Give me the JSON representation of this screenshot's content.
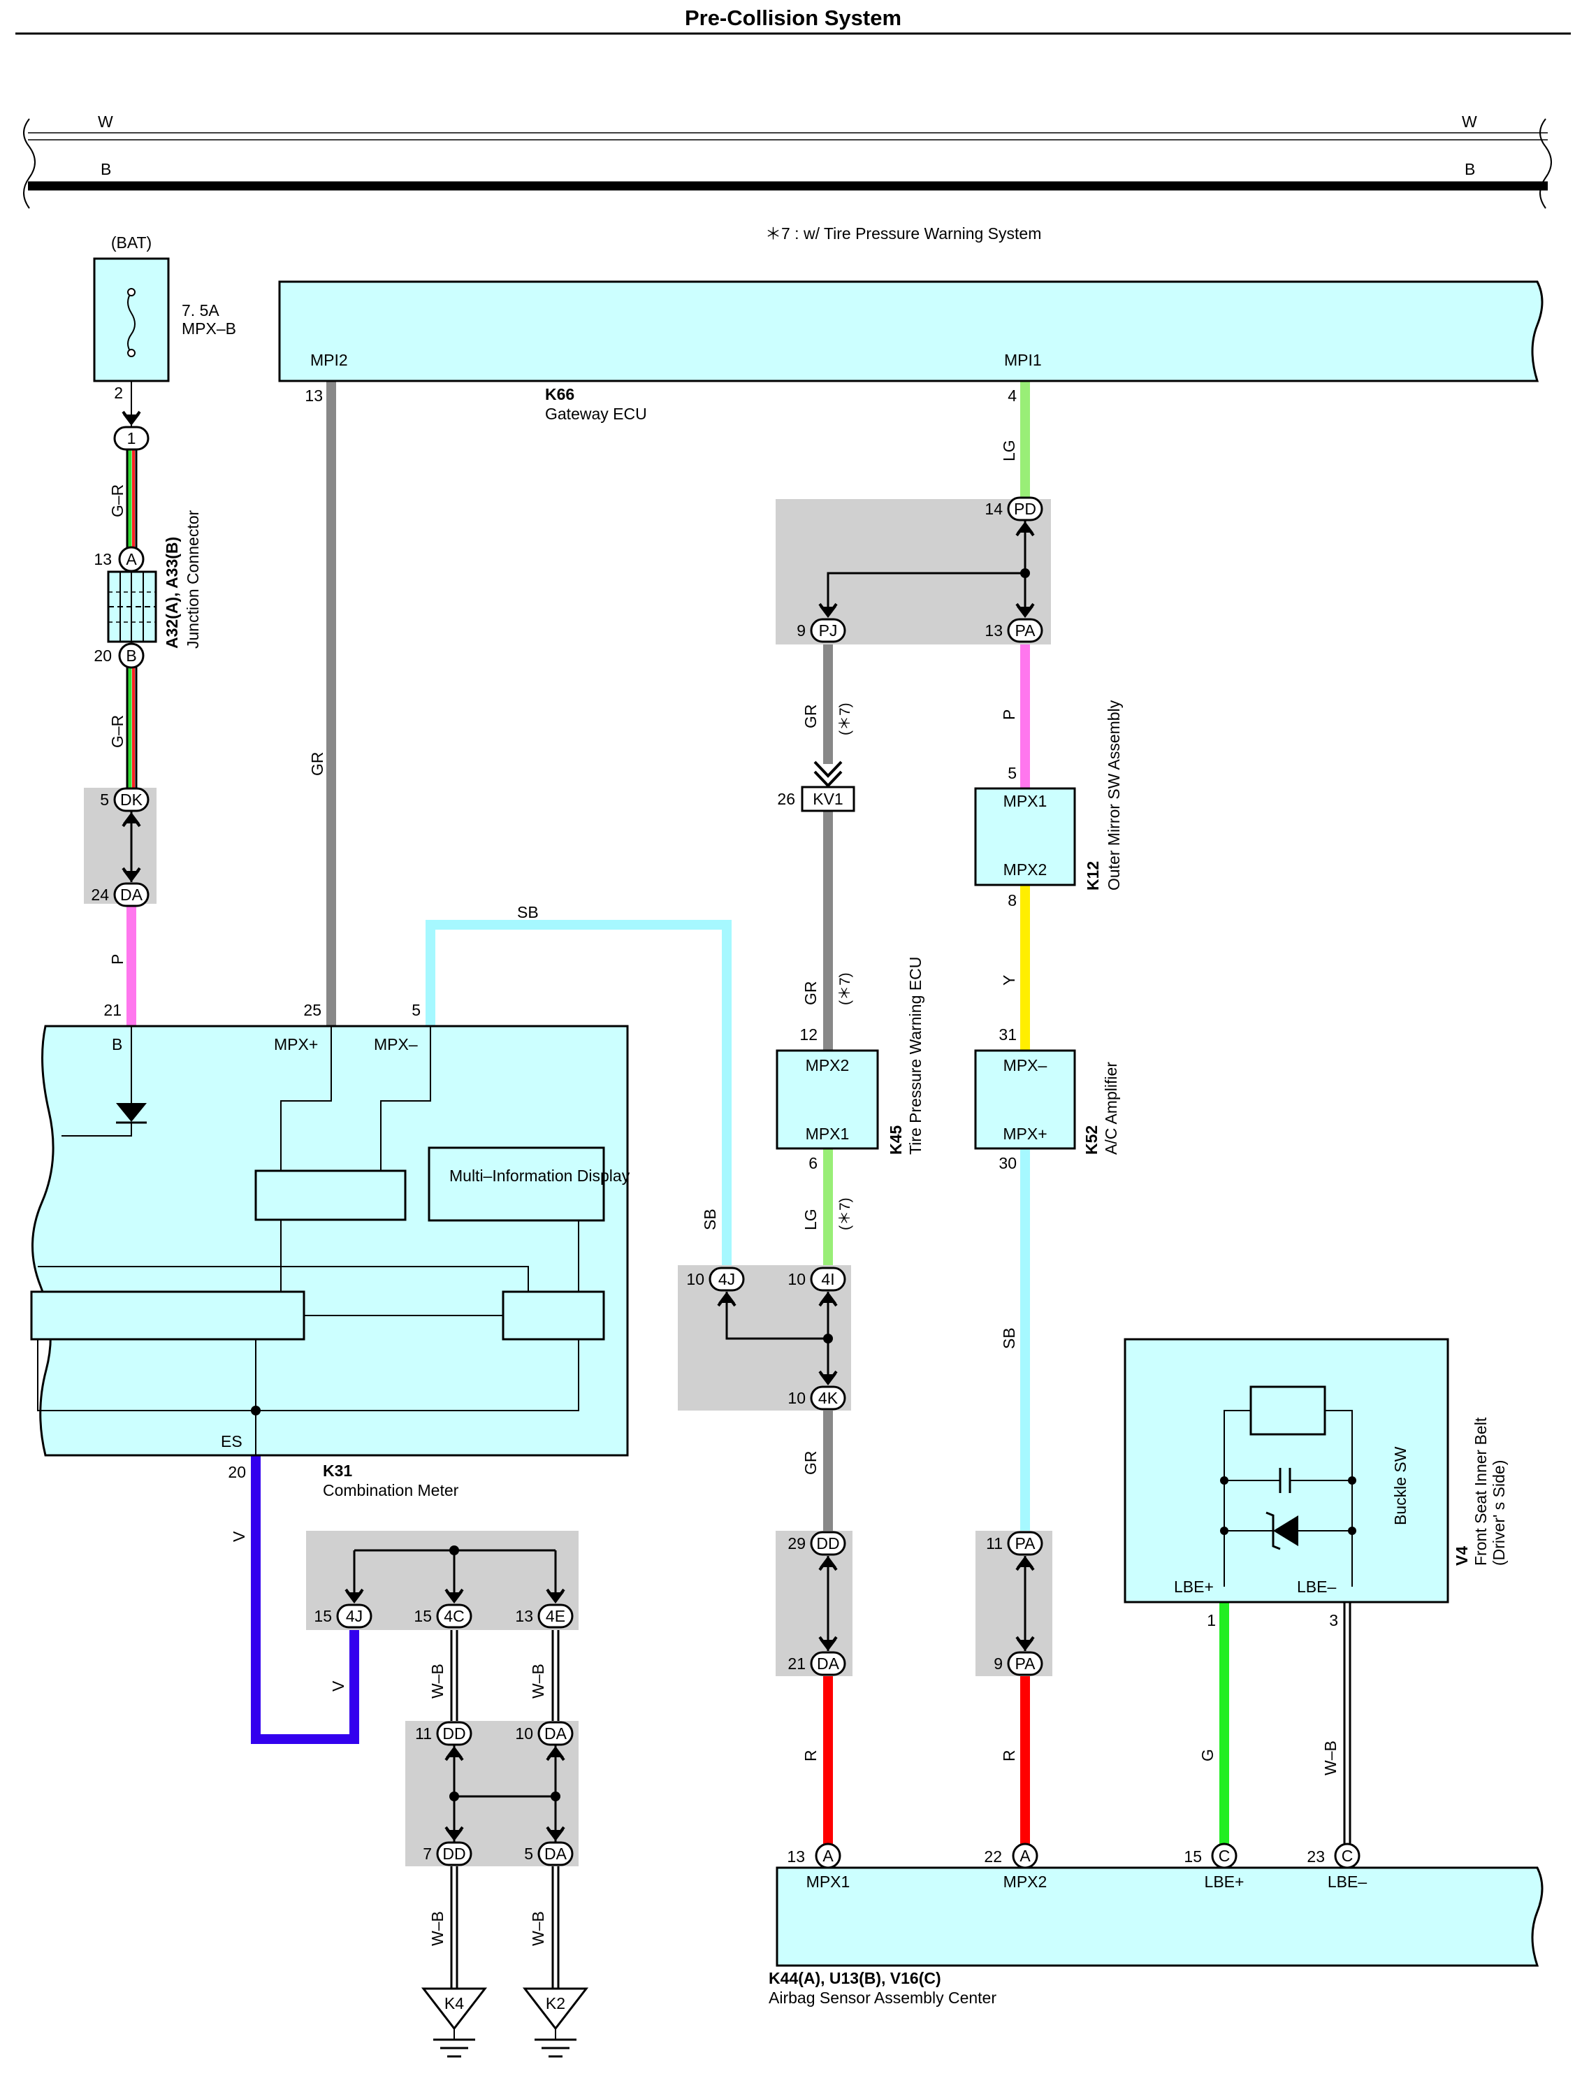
{
  "title": "Pre-Collision System",
  "note": "＊7 : w/ Tire Pressure Warning System",
  "colors": {
    "box_fill": "#ccffff",
    "shade": "#d0d0d0",
    "G-R": [
      "#33dd33",
      "#ff2222"
    ],
    "GR": "#888888",
    "LG": "#99ee77",
    "P": "#ff77ee",
    "SB": "#a6f8ff",
    "Y": "#ffee00",
    "R": "#ff0000",
    "V": "#3300ee",
    "G": "#22ee22",
    "W-B": "#000000"
  },
  "power_rails": [
    {
      "label": "W",
      "label_right": "W"
    },
    {
      "label": "B",
      "label_right": "B"
    }
  ],
  "fuse": {
    "source": "(BAT)",
    "rating": "7. 5A",
    "name": "MPX–B",
    "pin": "2"
  },
  "junction_connector": {
    "code": "A32(A), A33(B)",
    "name": "Junction Connector",
    "pin_top": "13",
    "conn_top": "A",
    "pin_bottom": "20",
    "conn_bottom": "B"
  },
  "components": {
    "gateway": {
      "code": "K66",
      "name": "Gateway ECU",
      "terms": [
        "MPI2",
        "MPI1"
      ],
      "pins": [
        "13",
        "4"
      ]
    },
    "combination_meter": {
      "code": "K31",
      "name": "Combination Meter",
      "terms": [
        "B",
        "MPX+",
        "MPX–",
        "ES"
      ],
      "pins": [
        "21",
        "25",
        "5",
        "20"
      ],
      "mid_label": "Multi–Information Display"
    },
    "outer_mirror": {
      "code": "K12",
      "name": "Outer Mirror SW Assembly",
      "terms": [
        "MPX1",
        "MPX2"
      ],
      "pins": [
        "5",
        "8"
      ]
    },
    "tpws_ecu": {
      "code": "K45",
      "name": "Tire Pressure Warning ECU",
      "terms": [
        "MPX2",
        "MPX1"
      ],
      "pins": [
        "12",
        "6"
      ]
    },
    "ac_amp": {
      "code": "K52",
      "name": "A/C Amplifier",
      "terms": [
        "MPX–",
        "MPX+"
      ],
      "pins": [
        "31",
        "30"
      ]
    },
    "belt": {
      "code": "V4",
      "name": "Front Seat Inner Belt",
      "name2": "(Driver' s Side)",
      "sw": "Buckle SW",
      "terms": [
        "LBE+",
        "LBE–"
      ],
      "pins": [
        "1",
        "3"
      ]
    },
    "airbag": {
      "code": "K44(A), U13(B), V16(C)",
      "name": "Airbag Sensor Assembly Center",
      "terms": [
        "MPX1",
        "MPX2",
        "LBE+",
        "LBE–"
      ],
      "pins": [
        "13",
        "22",
        "15",
        "23"
      ],
      "conns": [
        "A",
        "A",
        "C",
        "C"
      ]
    }
  },
  "connectors": [
    {
      "id": "1",
      "pin": ""
    },
    {
      "id": "DK",
      "pin": "5"
    },
    {
      "id": "DA",
      "pin": "24"
    },
    {
      "id": "PD",
      "pin": "14"
    },
    {
      "id": "PJ",
      "pin": "9"
    },
    {
      "id": "PA",
      "pin": "13"
    },
    {
      "id": "KV1",
      "pin": "26"
    },
    {
      "id": "4J",
      "pin": "10"
    },
    {
      "id": "4I",
      "pin": "10"
    },
    {
      "id": "4K",
      "pin": "10"
    },
    {
      "id": "DD",
      "pin": "29"
    },
    {
      "id": "DA",
      "pin": "21"
    },
    {
      "id": "PA",
      "pin": "11"
    },
    {
      "id": "PA",
      "pin": "9"
    },
    {
      "id": "4J",
      "pin": "15"
    },
    {
      "id": "4C",
      "pin": "15"
    },
    {
      "id": "4E",
      "pin": "13"
    },
    {
      "id": "DD",
      "pin": "11"
    },
    {
      "id": "DA",
      "pin": "10"
    },
    {
      "id": "DD",
      "pin": "7"
    },
    {
      "id": "DA",
      "pin": "5"
    }
  ],
  "wires": {
    "g_r": "G–R",
    "p": "P",
    "gr": "GR",
    "sb": "SB",
    "lg": "LG",
    "y": "Y",
    "r": "R",
    "v": "V",
    "g": "G",
    "wb": "W–B",
    "star7": "(＊7)"
  },
  "grounds": [
    "K4",
    "K2"
  ]
}
